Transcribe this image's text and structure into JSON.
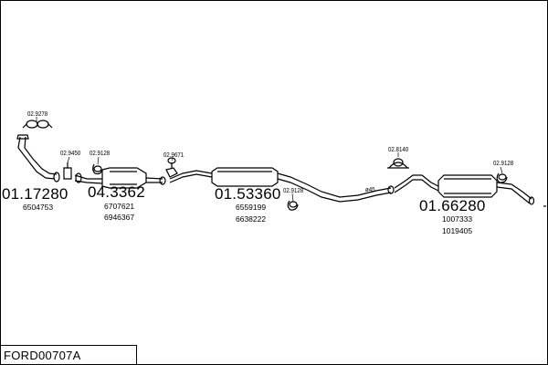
{
  "diagram": {
    "model_code": "FORD00707A",
    "parts": [
      {
        "number": "01.17280",
        "oe": [
          "6504753"
        ]
      },
      {
        "number": "04.3362",
        "oe": [
          "6707621",
          "6946367"
        ]
      },
      {
        "number": "01.53360",
        "oe": [
          "6559199",
          "6638222"
        ]
      },
      {
        "number": "01.66280",
        "oe": [
          "1007333",
          "1019405"
        ]
      }
    ],
    "accessories": [
      "02.9278",
      "02.9450",
      "02.9128",
      "02.9671",
      "02.9128",
      "02.8140",
      "02.9128"
    ],
    "pipe_diameter": "ø45"
  }
}
